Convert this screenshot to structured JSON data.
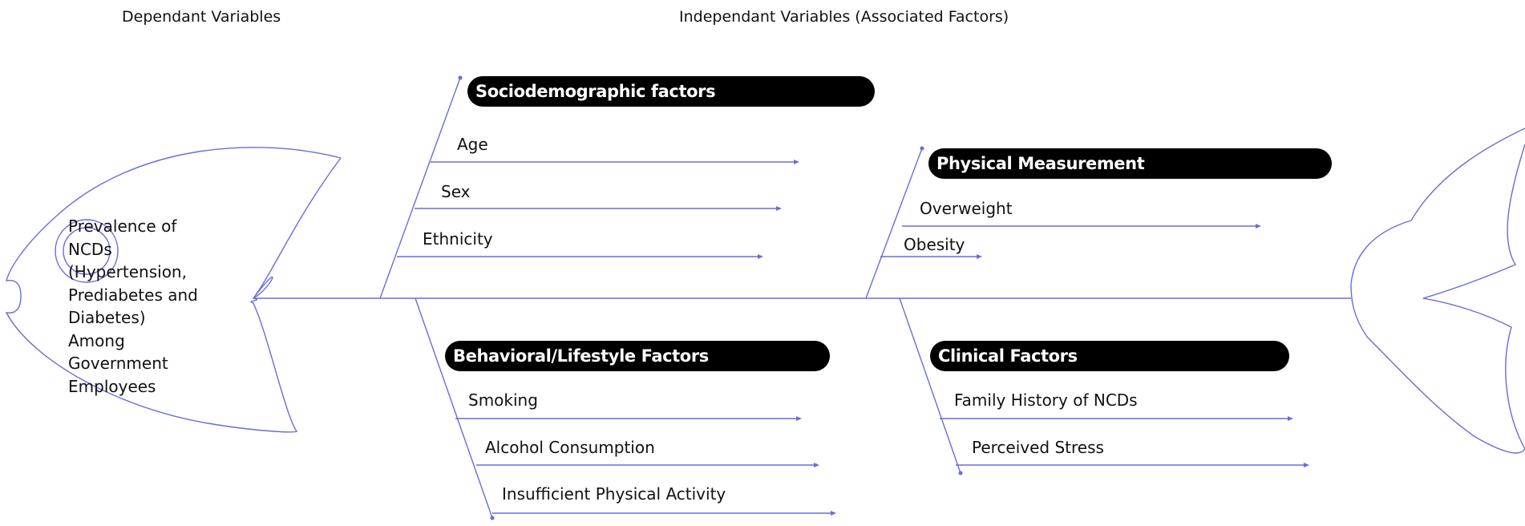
{
  "headers": {
    "dependent": "Dependant Variables",
    "independent": "Independant Variables (Associated Factors)"
  },
  "head_text": [
    "Prevalence of",
    "NCDs",
    "(Hypertension,",
    "Prediabetes and",
    "Diabetes)",
    "Among",
    "Government",
    "Employees"
  ],
  "categories": {
    "sociodemographic": {
      "label": "Sociodemographic factors",
      "items": [
        "Age",
        "Sex",
        "Ethnicity"
      ]
    },
    "physical": {
      "label": "Physical Measurement",
      "items": [
        "Overweight",
        "Obesity"
      ]
    },
    "behavioral": {
      "label": "Behavioral/Lifestyle Factors",
      "items": [
        "Smoking",
        "Alcohol Consumption",
        "Insufficient Physical Activity"
      ]
    },
    "clinical": {
      "label": "Clinical Factors",
      "items": [
        "Family History of NCDs",
        "Perceived Stress"
      ]
    }
  },
  "colors": {
    "line": "#6b6bdc",
    "label_bg": "#000000",
    "label_text": "#ffffff"
  }
}
